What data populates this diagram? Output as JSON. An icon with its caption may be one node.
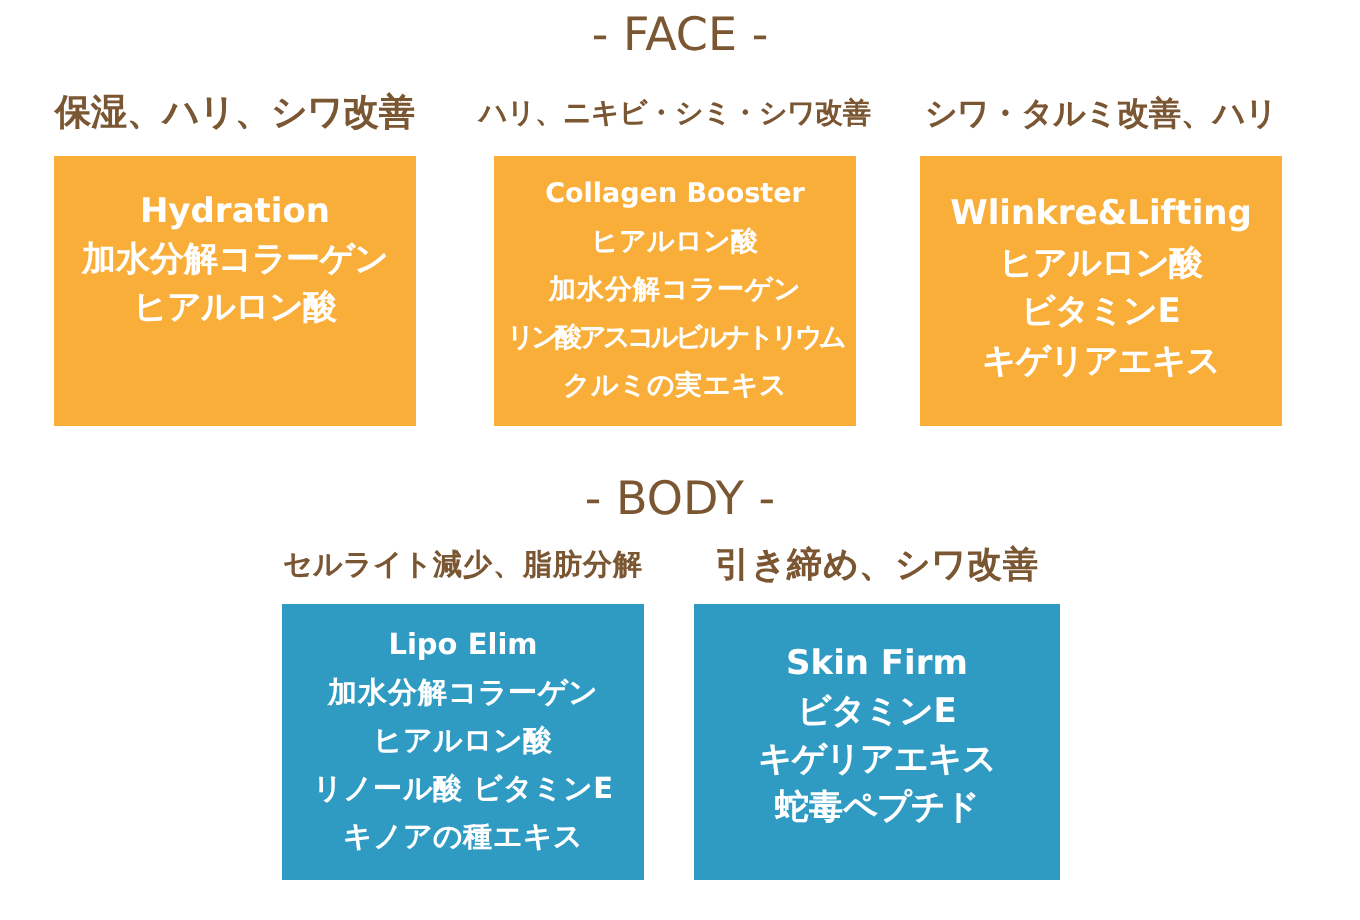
{
  "diagram": {
    "nodes": [
      {
        "text": [
          "保湿、ハリ、シワ改善",
          "Hydration",
          "加水分解コラーゲン",
          "ヒアルロン酸"
        ]
      },
      {
        "text": [
          "ハリ、ニキビ・シミ・シワ改善",
          "Collagen Booster",
          "ヒアルロン酸",
          "加水分解コラーゲン",
          "リン酸アスコルビルナトリウム",
          "クルミの実エキス"
        ]
      },
      {
        "text": [
          "シワ・タルミ改善、ハリ",
          "Wlinkre&Lifting",
          "ヒアルロン酸",
          "ビタミンE",
          "キゲリアエキス"
        ]
      },
      {
        "text": [
          "セルライト減少、脂肪分解",
          "Lipo Elim",
          "加水分解コラーゲン",
          "ヒアルロン酸",
          "リノール酸 ビタミンE",
          "キノアの種エキス"
        ]
      },
      {
        "text": [
          "引き締め、シワ改善",
          "Skin Firm",
          "ビタミンE",
          "キゲリアエキス",
          "蛇毒ペプチド"
        ]
      }
    ],
    "labels": [
      "- FACE -",
      "- BODY -"
    ]
  }
}
